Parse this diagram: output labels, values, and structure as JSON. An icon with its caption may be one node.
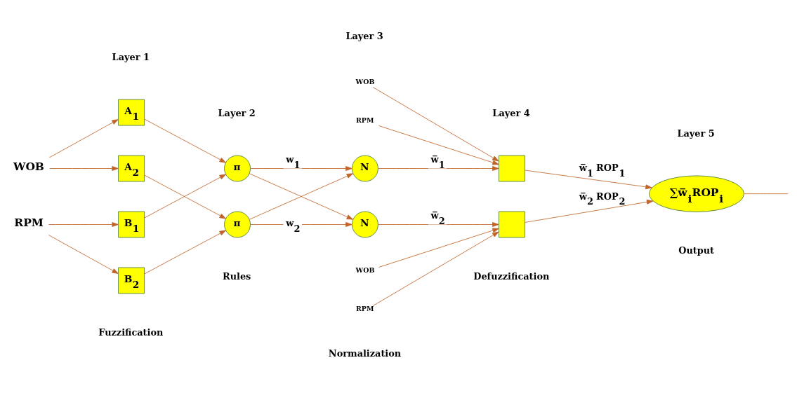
{
  "diagram": {
    "nodes": [
      {
        "text": [
          "WOB"
        ]
      },
      {
        "text": [
          "RPM"
        ]
      },
      {
        "text": [
          "A$_{1}$"
        ]
      },
      {
        "text": [
          "A$_{2}$"
        ]
      },
      {
        "text": [
          "B$_{1}$"
        ]
      },
      {
        "text": [
          "B$_{2}$"
        ]
      },
      {
        "text": [
          "π"
        ]
      },
      {
        "text": [
          "π"
        ]
      },
      {
        "text": [
          "N"
        ]
      },
      {
        "text": [
          "N"
        ]
      },
      {
        "text": [],
        "shape": "box"
      },
      {
        "text": [],
        "shape": "box"
      },
      {
        "text": [
          "∑w̅$_{i}$ROP$_{i}$"
        ]
      },
      {
        "text": [
          "WOB"
        ]
      },
      {
        "text": [
          "RPM"
        ]
      },
      {
        "text": [
          "WOB"
        ]
      },
      {
        "text": [
          "RPM"
        ]
      }
    ],
    "edges": [
      {
        "from": 0,
        "to": 2,
        "arrow": "to"
      },
      {
        "from": 0,
        "to": 3,
        "arrow": "to"
      },
      {
        "from": 1,
        "to": 4,
        "arrow": "to"
      },
      {
        "from": 1,
        "to": 5,
        "arrow": "to"
      },
      {
        "from": 2,
        "to": 6,
        "arrow": "to"
      },
      {
        "from": 3,
        "to": 7,
        "arrow": "to"
      },
      {
        "from": 4,
        "to": 6,
        "arrow": "to"
      },
      {
        "from": 5,
        "to": 7,
        "arrow": "to"
      },
      {
        "from": 6,
        "to": 8,
        "arrow": "to",
        "label": "w$_{1}$"
      },
      {
        "from": 6,
        "to": 9,
        "arrow": "to"
      },
      {
        "from": 7,
        "to": 8,
        "arrow": "to"
      },
      {
        "from": 7,
        "to": 9,
        "arrow": "to",
        "label": "w$_{2}$"
      },
      {
        "from": 8,
        "to": 10,
        "arrow": "to",
        "label": "w̅$_{1}$"
      },
      {
        "from": 9,
        "to": 11,
        "arrow": "to",
        "label": "w̅$_{2}$"
      },
      {
        "from": 13,
        "to": 10,
        "arrow": "to"
      },
      {
        "from": 14,
        "to": 10,
        "arrow": "to"
      },
      {
        "from": 15,
        "to": 11,
        "arrow": "to"
      },
      {
        "from": 16,
        "to": 11,
        "arrow": "to"
      },
      {
        "from": 10,
        "to": 12,
        "arrow": "to",
        "label": "w̅$_{1}$ ROP$_{1}$"
      },
      {
        "from": 11,
        "to": 12,
        "arrow": "to",
        "label": "w̅$_{2}$ ROP$_{2}$"
      },
      {
        "from": 12,
        "to": null,
        "arrow": "none"
      }
    ],
    "labels": [
      "Layer 1",
      "Layer 2",
      "Layer 3",
      "Layer 4",
      "Layer 5",
      "Fuzzification",
      "Rules",
      "Normalization",
      "Defuzzification",
      "Output"
    ]
  }
}
